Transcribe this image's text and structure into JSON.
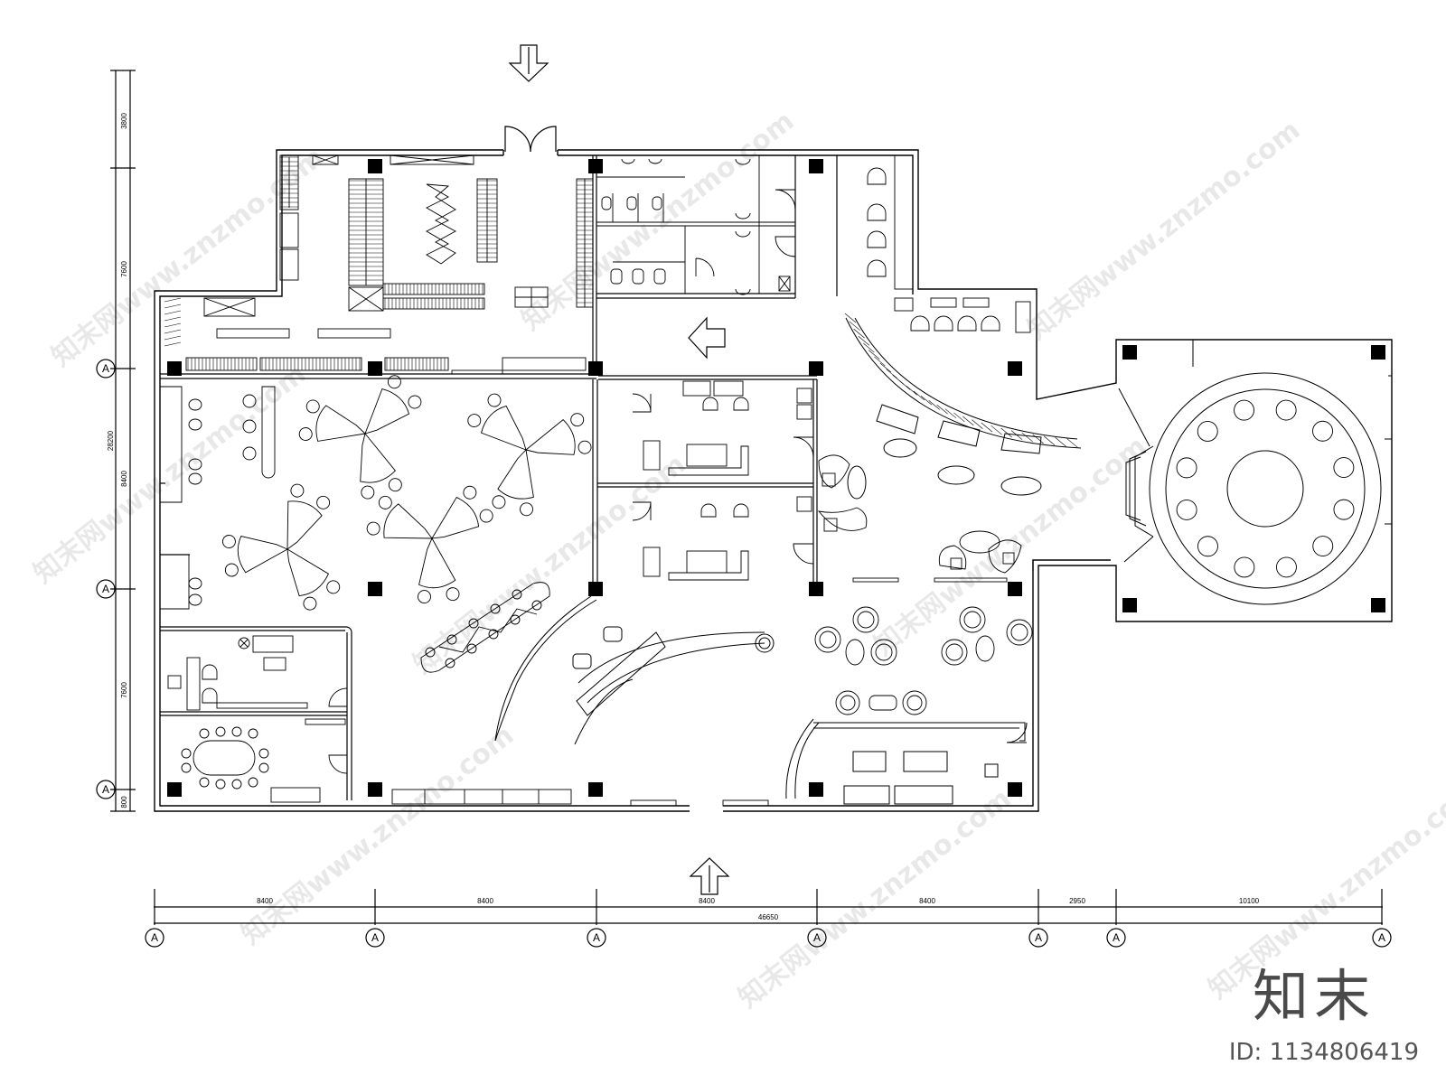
{
  "dims": {
    "bottom": [
      "8400",
      "8400",
      "8400",
      "8400",
      "2950",
      "10100"
    ],
    "bottom_total": "46650",
    "left": [
      "3800",
      "7600",
      "8400",
      "7600",
      "800"
    ],
    "left_total": "28200"
  },
  "grid_label": "A",
  "watermark_repeat": "知末网www.znzmo.com",
  "brand_mark": "知末",
  "image_id": "ID: 1134806419"
}
